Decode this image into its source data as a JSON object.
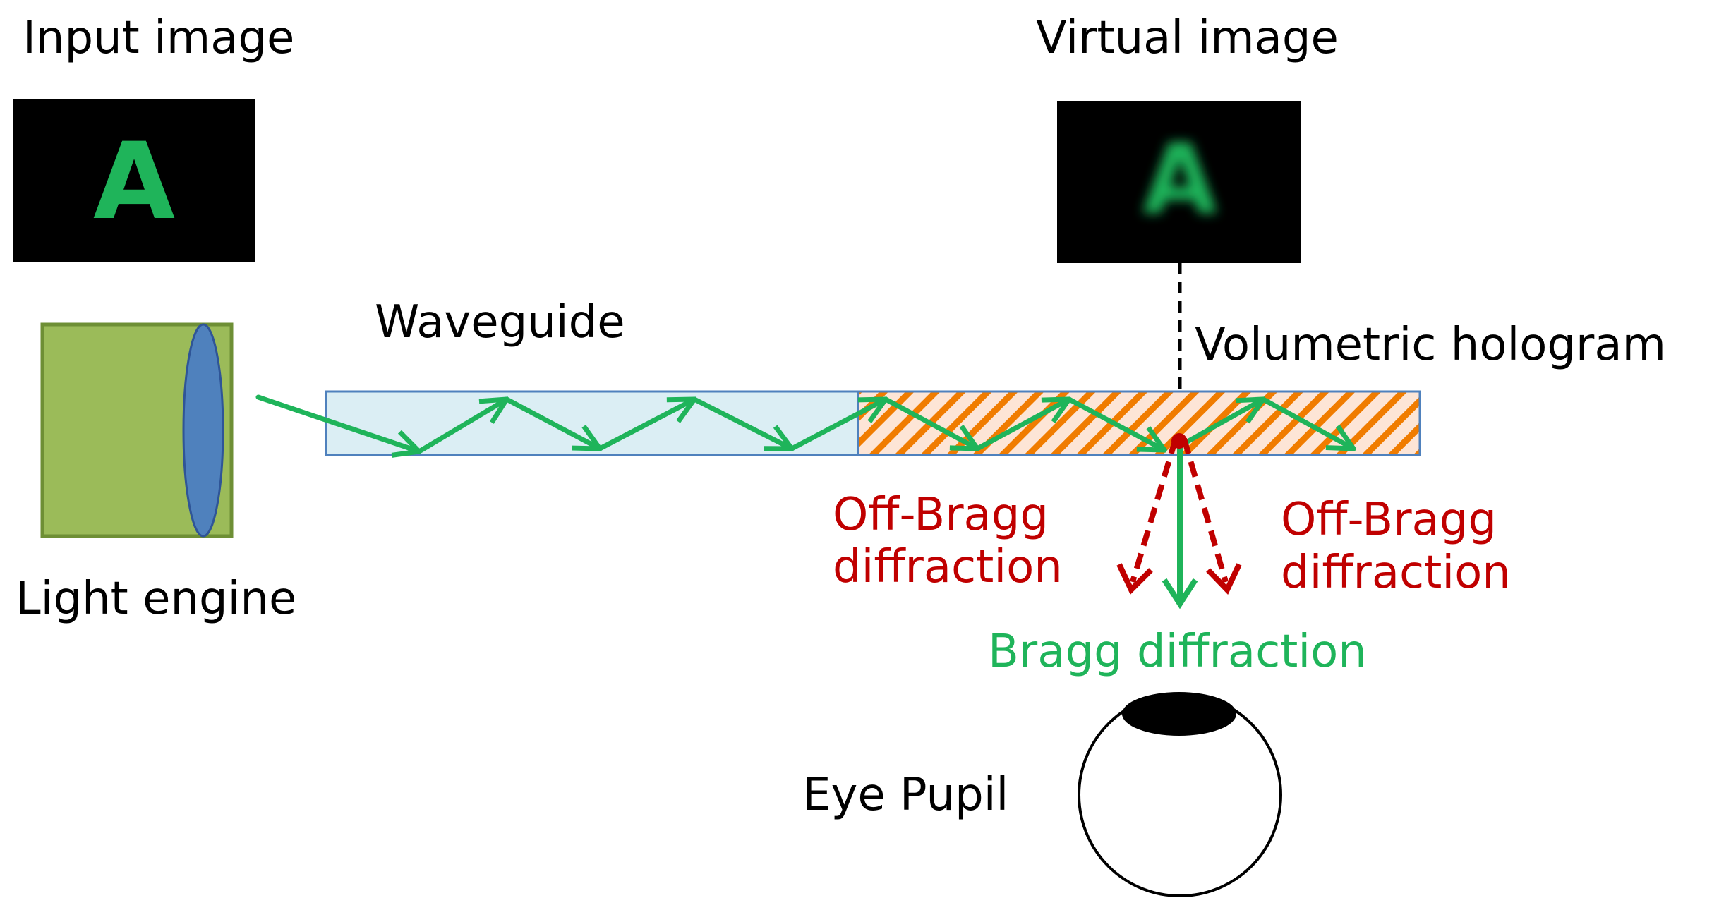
{
  "labels": {
    "input_image": "Input image",
    "virtual_image": "Virtual image",
    "waveguide": "Waveguide",
    "volumetric_hologram": "Volumetric hologram",
    "light_engine": "Light engine",
    "off_bragg_left_line1": "Off-Bragg",
    "off_bragg_left_line2": "diffraction",
    "off_bragg_right_line1": "Off-Bragg",
    "off_bragg_right_line2": "diffraction",
    "bragg_diffraction": "Bragg diffraction",
    "eye_pupil": "Eye Pupil"
  },
  "images": {
    "input_letter": "A",
    "virtual_letter": "A"
  },
  "colors": {
    "green": "#1fb45a",
    "red": "#c00000",
    "waveguide_fill": "#dbeef4",
    "box_border": "#4f81bd",
    "hologram_fill": "#fde5d6",
    "hologram_stripe": "#f07c00",
    "engine_fill": "#9bbb59",
    "engine_border": "#6e8f35",
    "lens_fill": "#4f81bd",
    "black": "#000000"
  }
}
